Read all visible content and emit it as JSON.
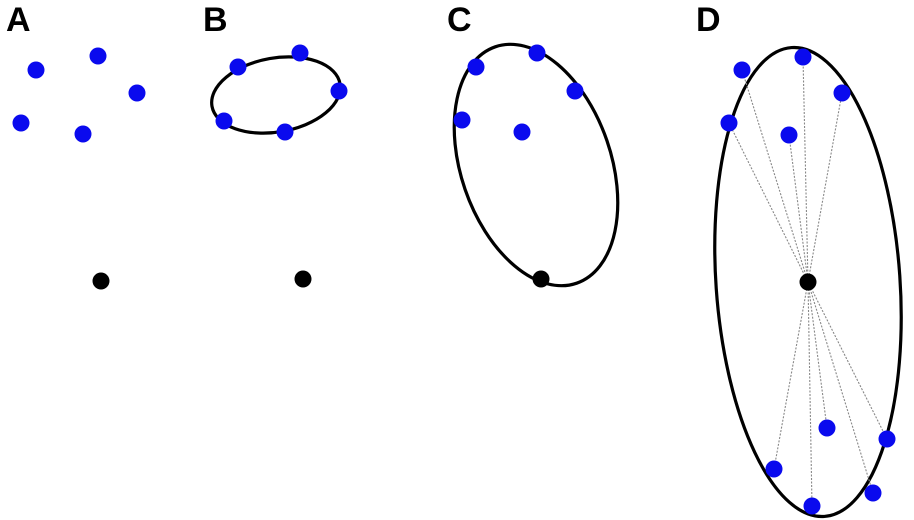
{
  "labels": {
    "a": "A",
    "b": "B",
    "c": "C",
    "d": "D"
  },
  "colors": {
    "sample": "#0a0aee",
    "anchor": "#000000",
    "ellipse": "#000000",
    "ray": "#888888"
  }
}
